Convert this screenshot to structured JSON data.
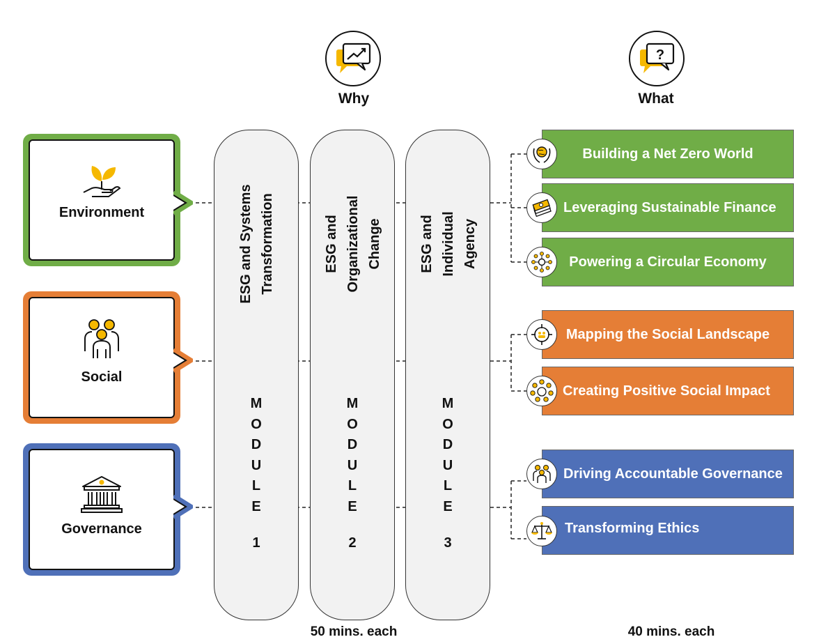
{
  "header": {
    "why": {
      "label": "Why",
      "icon": "chat-trend-icon"
    },
    "what": {
      "label": "What",
      "icon": "chat-question-icon"
    }
  },
  "pillars": [
    {
      "label": "Environment",
      "color": "#70ad47",
      "icon": "plant-hand-icon"
    },
    {
      "label": "Social",
      "color": "#e57e36",
      "icon": "people-group-icon"
    },
    {
      "label": "Governance",
      "color": "#4f70b8",
      "icon": "courthouse-icon"
    }
  ],
  "modules": [
    {
      "title": "ESG and Systems\nTransformation",
      "word": "MODULE",
      "number": "1"
    },
    {
      "title": "ESG and\nOrganizational\nChange",
      "word": "MODULE",
      "number": "2"
    },
    {
      "title": "ESG and\nIndividual\nAgency",
      "word": "MODULE",
      "number": "3"
    }
  ],
  "topics": [
    {
      "label": "Building a Net Zero World",
      "pillar": "Environment",
      "icon": "globe-hands-icon"
    },
    {
      "label": "Leveraging Sustainable Finance",
      "pillar": "Environment",
      "icon": "money-stack-icon"
    },
    {
      "label": "Powering a Circular Economy",
      "pillar": "Environment",
      "icon": "network-circle-icon"
    },
    {
      "label": "Mapping the Social Landscape",
      "pillar": "Social",
      "icon": "target-people-icon"
    },
    {
      "label": "Creating Positive Social Impact",
      "pillar": "Social",
      "icon": "community-ring-icon"
    },
    {
      "label": "Driving Accountable Governance",
      "pillar": "Governance",
      "icon": "leader-group-icon"
    },
    {
      "label": "Transforming Ethics",
      "pillar": "Governance",
      "icon": "balance-scale-icon"
    }
  ],
  "footer": {
    "modules_duration": "50 mins. each",
    "topics_duration": "40 mins. each"
  }
}
